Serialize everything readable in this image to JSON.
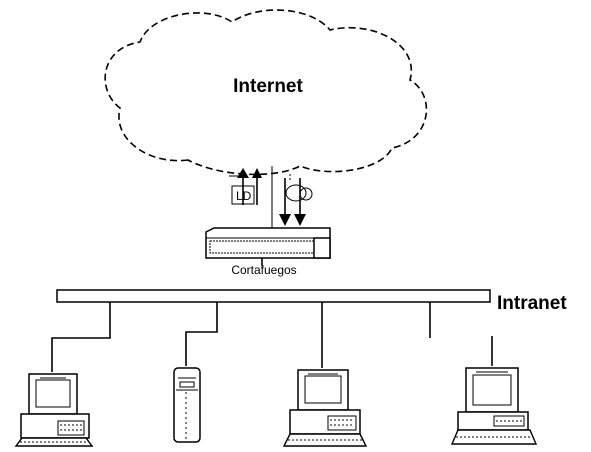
{
  "cloud": {
    "label": "Internet"
  },
  "firewall": {
    "label": "Cortafuegos"
  },
  "network": {
    "label": "Intranet"
  },
  "icons": {
    "cloud": "cloud-icon",
    "firewall": "firewall-icon",
    "traffic_in": "up-down-arrows-icon",
    "traffic_out": "down-arrows-icon",
    "desktop": "desktop-computer-icon",
    "tower": "tower-server-icon",
    "workstation": "workstation-icon"
  }
}
